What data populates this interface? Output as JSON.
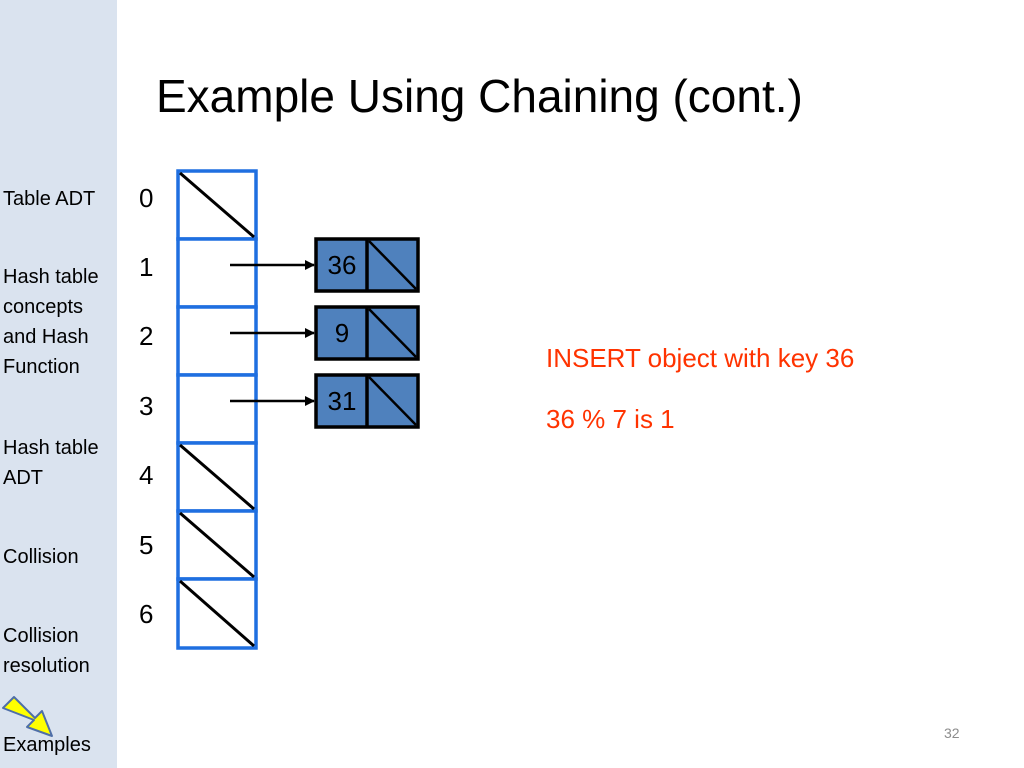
{
  "slide": {
    "title": "Example Using Chaining (cont.)",
    "number": "32"
  },
  "sidebar": {
    "items": [
      {
        "label": "Table ADT"
      },
      {
        "label": "Hash table\nconcepts\nand Hash\nFunction"
      },
      {
        "label": "Hash table\nADT"
      },
      {
        "label": "Collision"
      },
      {
        "label": "Collision\nresolution"
      },
      {
        "label": "Examples",
        "current": true
      }
    ],
    "current_marker": "yellow-arrow-icon"
  },
  "hash_table": {
    "indices": [
      "0",
      "1",
      "2",
      "3",
      "4",
      "5",
      "6"
    ],
    "slots": [
      {
        "index": "0",
        "null": true
      },
      {
        "index": "1",
        "chain": [
          "36"
        ]
      },
      {
        "index": "2",
        "chain": [
          "9"
        ]
      },
      {
        "index": "3",
        "chain": [
          "31"
        ]
      },
      {
        "index": "4",
        "null": true
      },
      {
        "index": "5",
        "null": true
      },
      {
        "index": "6",
        "null": true
      }
    ]
  },
  "notes": {
    "line1": "INSERT object with key 36",
    "line2": "36 % 7 is 1"
  },
  "colors": {
    "sidebar_bg": "#dae3ef",
    "table_border": "#1f6fe0",
    "node_fill": "#4f81bd",
    "note_text": "#ff3300",
    "arrow_icon": "#ffff00"
  }
}
